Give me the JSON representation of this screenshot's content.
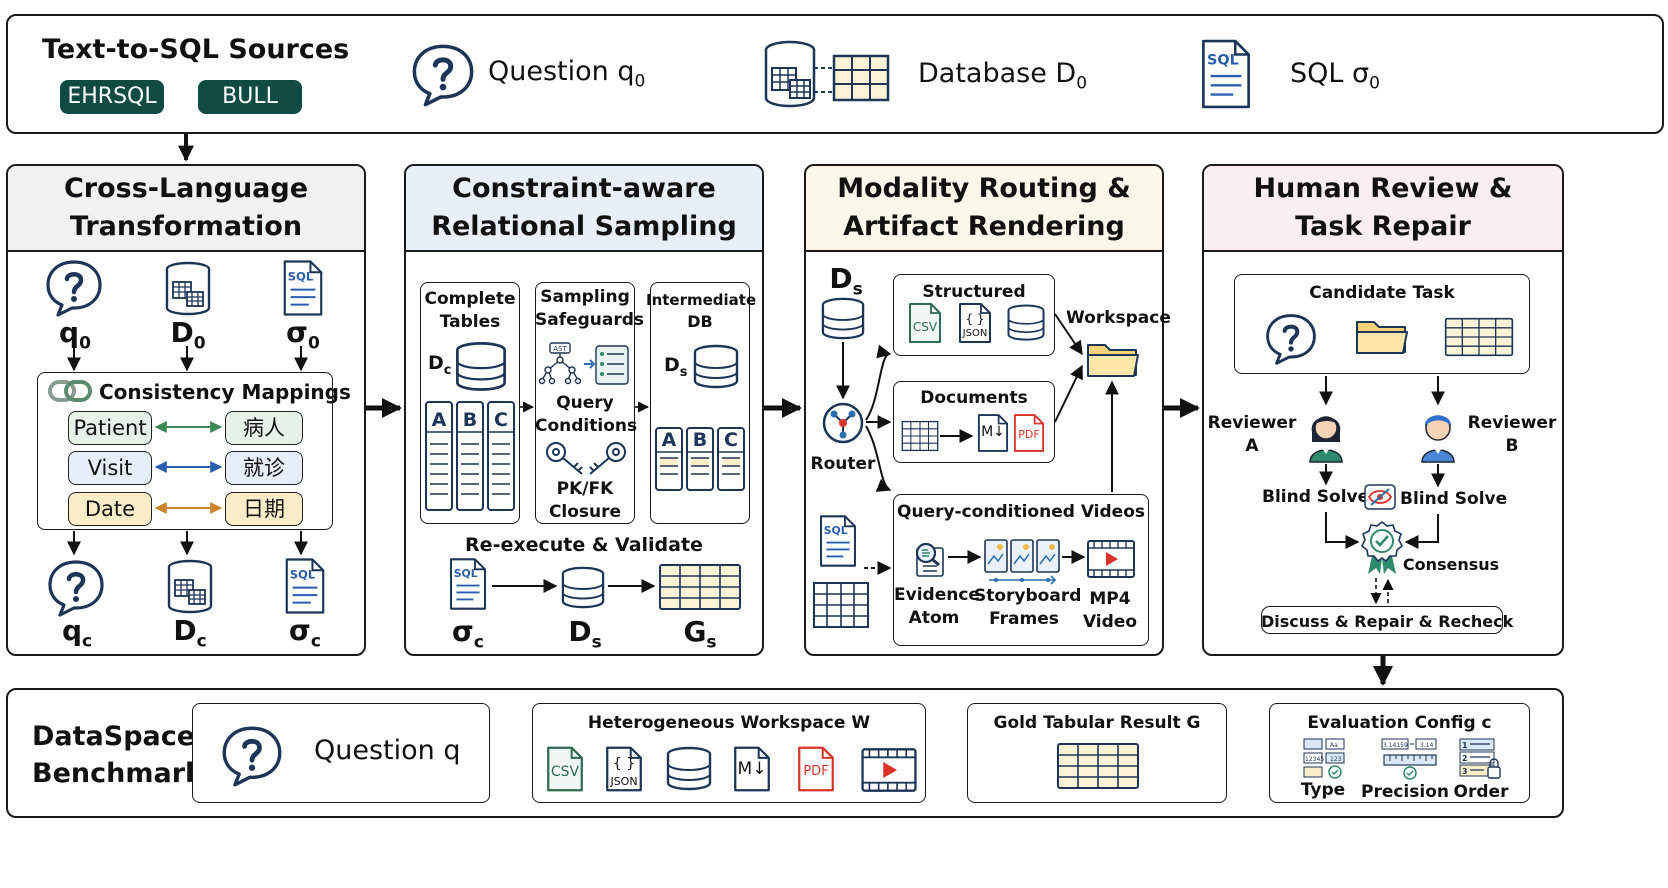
{
  "colors": {
    "green_hdr": "#eef3f0",
    "blue_hdr": "#e9eff8",
    "yellow_hdr": "#fbf7ea",
    "pink_hdr": "#fbeeee",
    "badge": "#0f4a43",
    "patient_fill": "#e6f1e8",
    "visit_fill": "#e6eefa",
    "date_fill": "#fbedc8",
    "icon_navy": "#1d3557",
    "pdf_red": "#d9342b",
    "csv_green": "#2e6b4f"
  },
  "top": {
    "title": "Text-to-SQL Sources",
    "badges": [
      "EHRSQL",
      "BULL"
    ],
    "question": "Question q",
    "question_sub": "0",
    "database": "Database D",
    "database_sub": "0",
    "sql": "SQL σ",
    "sql_sub": "0"
  },
  "clt": {
    "title_1": "Cross-Language",
    "title_2": "Transformation",
    "q0": "q",
    "q0_sub": "0",
    "d0": "D",
    "d0_sub": "0",
    "s0": "σ",
    "s0_sub": "0",
    "mappings_title": "Consistency Mappings",
    "mappings": [
      {
        "en": "Patient",
        "zh": "病人"
      },
      {
        "en": "Visit",
        "zh": "就诊"
      },
      {
        "en": "Date",
        "zh": "日期"
      }
    ],
    "qc": "q",
    "qc_sub": "c",
    "dc": "D",
    "dc_sub": "c",
    "sc": "σ",
    "sc_sub": "c"
  },
  "cars": {
    "title_1": "Constraint-aware",
    "title_2": "Relational Sampling",
    "complete_1": "Complete",
    "complete_2": "Tables",
    "dc": "D",
    "dc_sub": "c",
    "cols": [
      "A",
      "B",
      "C"
    ],
    "safeguards_1": "Sampling",
    "safeguards_2": "Safeguards",
    "ast": "AST",
    "query_1": "Query",
    "query_2": "Conditions",
    "pkfk_1": "PK/FK",
    "pkfk_2": "Closure",
    "inter_1": "Intermediate",
    "inter_2": "DB",
    "ds": "D",
    "ds_sub": "s",
    "reexec": "Re-execute & Validate",
    "sc": "σ",
    "sc_sub": "c",
    "ds2": "D",
    "ds2_sub": "s",
    "gs": "G",
    "gs_sub": "s"
  },
  "mrar": {
    "title_1": "Modality Routing &",
    "title_2": "Artifact Rendering",
    "ds": "D",
    "ds_sub": "s",
    "router": "Router",
    "structured": "Structured",
    "csv": "CSV",
    "json": "JSON",
    "documents": "Documents",
    "md": "M↓",
    "pdf": "PDF",
    "workspace": "Workspace",
    "videos": "Query-conditioned Videos",
    "evidence_1": "Evidence",
    "evidence_2": "Atom",
    "storyboard_1": "Storyboard",
    "storyboard_2": "Frames",
    "mp4_1": "MP4",
    "mp4_2": "Video",
    "sql": "SQL"
  },
  "hrtr": {
    "title_1": "Human Review &",
    "title_2": "Task Repair",
    "candidate": "Candidate Task",
    "rev_a_1": "Reviewer",
    "rev_a_2": "A",
    "rev_b_1": "Reviewer",
    "rev_b_2": "B",
    "blind_a": "Blind Solve",
    "blind_b": "Blind Solve",
    "consensus": "Consensus",
    "discuss": "Discuss & Repair & Recheck"
  },
  "bottom": {
    "title_1": "DataSpace",
    "title_2": "Benchmark",
    "question": "Question q",
    "hetero": "Heterogeneous Workspace W",
    "csv": "CSV",
    "json": "JSON",
    "md": "M↓",
    "pdf": "PDF",
    "gold": "Gold Tabular Result G",
    "eval": "Evaluation Config c",
    "type": "Type",
    "precision": "Precision",
    "order": "Order",
    "tiny_a": "12345",
    "tiny_b": "3.14159",
    "tiny_c": "3.14",
    "tiny_d": "123",
    "tiny_e": "Aa"
  }
}
